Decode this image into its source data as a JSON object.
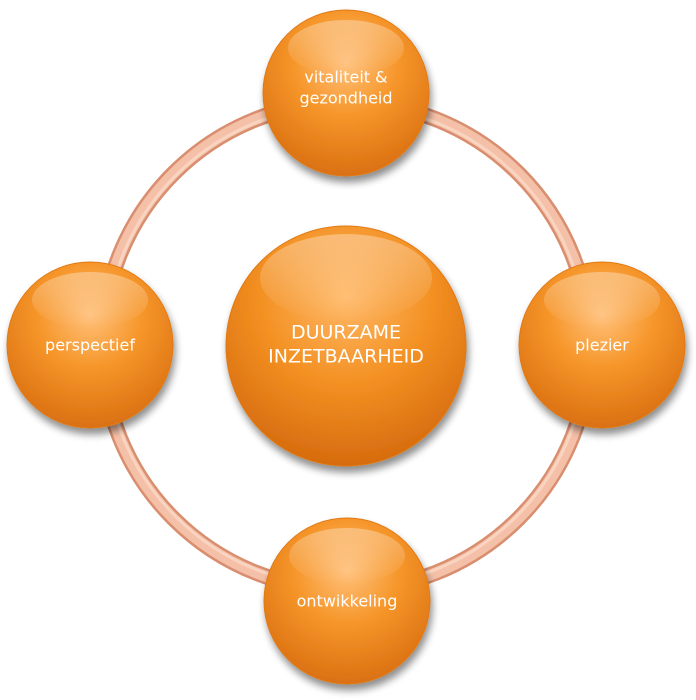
{
  "diagram": {
    "center": {
      "line1": "DUURZAME",
      "line2": "INZETBAARHEID"
    },
    "nodes": {
      "top": {
        "line1": "vitaliteit &",
        "line2": "gezondheid"
      },
      "right": {
        "label": "plezier"
      },
      "bottom": {
        "label": "ontwikkeling"
      },
      "left": {
        "label": "perspectief"
      }
    },
    "colors": {
      "node_fill": "#F08A1C",
      "node_highlight": "#FFC07A",
      "node_shadow": "#C9650C",
      "ring_fill": "#F2B9A0",
      "ring_stroke": "#D98E6F",
      "text": "#FFFFFF"
    }
  }
}
